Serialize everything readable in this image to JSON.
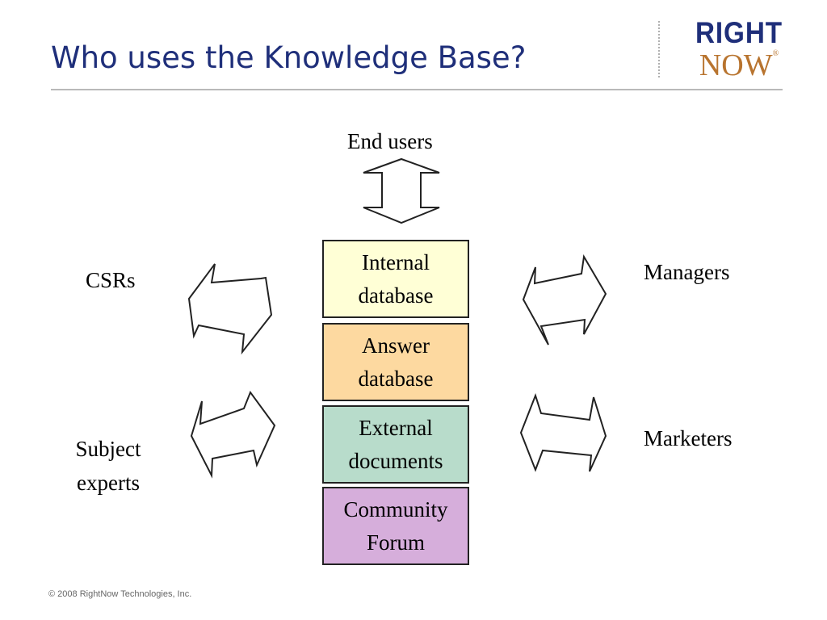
{
  "title": "Who uses the Knowledge Base?",
  "logo": {
    "line1": "RIGHT",
    "line2": "NOW",
    "mark": "®"
  },
  "users": {
    "end_users": "End users",
    "csrs": "CSRs",
    "subject_experts": {
      "line1": "Subject",
      "line2": "experts"
    },
    "managers": "Managers",
    "marketers": "Marketers"
  },
  "knowledge_base": [
    {
      "line1": "Internal",
      "line2": "database",
      "color": "#ffffd6"
    },
    {
      "line1": "Answer",
      "line2": "database",
      "color": "#fdd9a0"
    },
    {
      "line1": "External",
      "line2": "documents",
      "color": "#b8dccb"
    },
    {
      "line1": "Community",
      "line2": "Forum",
      "color": "#d6aedb"
    }
  ],
  "colors": {
    "title": "#1f2f7a",
    "logo_right": "#1f2f7a",
    "logo_now": "#b8742f",
    "rule": "#b9b9b9"
  },
  "footer": {
    "copyright": "© 2008 RightNow Technologies, Inc."
  }
}
